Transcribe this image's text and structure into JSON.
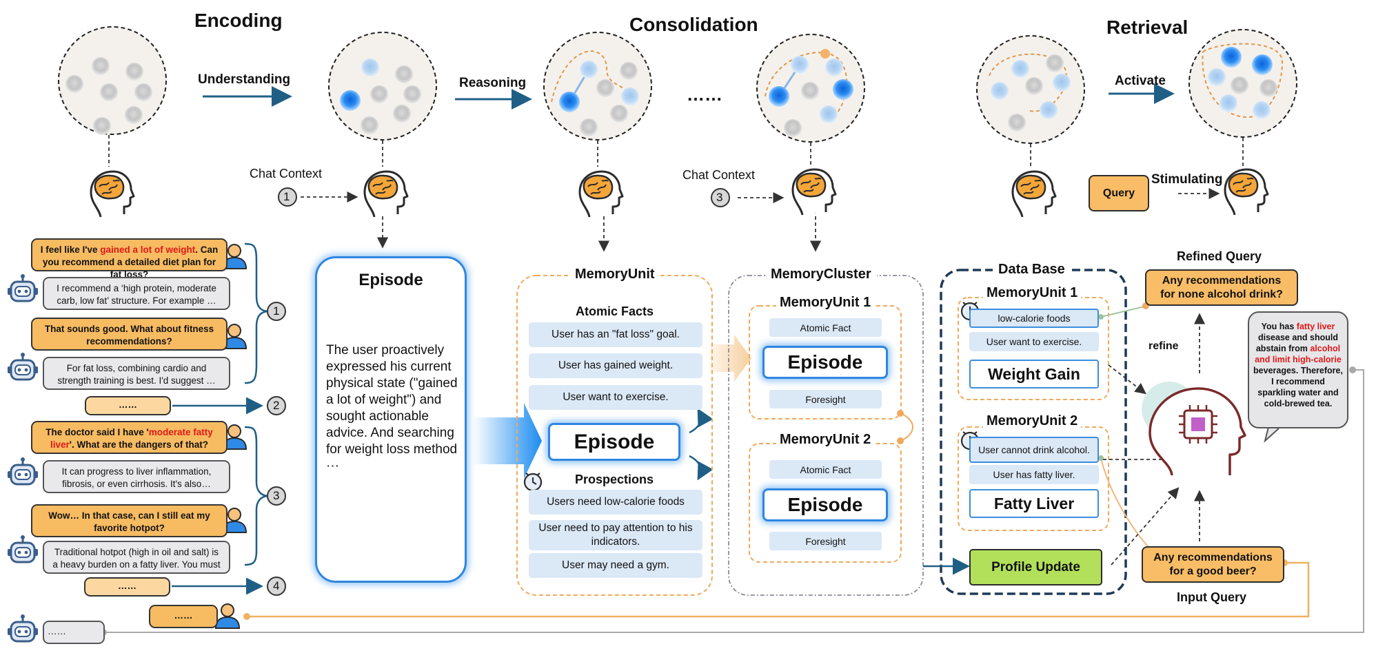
{
  "stages": {
    "encoding": "Encoding",
    "consolidation": "Consolidation",
    "retrieval": "Retrieval"
  },
  "arrows": {
    "understanding": "Understanding",
    "reasoning": "Reasoning",
    "ellipsis": "……",
    "activate": "Activate",
    "stimulating": "Stimulating",
    "refine": "refine"
  },
  "chat_context_1": {
    "label": "Chat Context",
    "num": "1"
  },
  "chat_context_3": {
    "label": "Chat Context",
    "num": "3"
  },
  "query_box": "Query",
  "chat": {
    "m1_pre": "I feel like I've ",
    "m1_hl": "gained a lot of weight",
    "m1_post": ". Can you recommend a detailed diet plan for fat loss?",
    "m2": "I recommend a ‘high protein, moderate carb, low fat’ structure. For example …",
    "m3": "That sounds good. What about fitness recommendations?",
    "m4": "For fat loss, combining cardio and strength training is best. I'd suggest …",
    "dots": "……",
    "m5_pre": "The doctor said I have '",
    "m5_hl": "moderate fatty liver",
    "m5_post": "'. What are the dangers of that?",
    "m6": "It can progress to liver inflammation, fibrosis, or even cirrhosis. It's also…",
    "m7": "Wow… In that case, can I still eat my favorite hotpot?",
    "m8": "Traditional hotpot (high in oil and salt) is a heavy burden on a fatty liver. You must …",
    "dots2": "……",
    "dots3": "……",
    "dots4": "……",
    "groups": [
      "1",
      "2",
      "3",
      "4"
    ]
  },
  "episode_panel": {
    "title": "Episode",
    "text": "The user proactively expressed his current physical state (\"gained a lot of weight\") and sought actionable advice. And searching for weight loss method ···"
  },
  "memory_unit": {
    "title": "MemoryUnit",
    "atomic_title": "Atomic Facts",
    "facts": [
      "User has an \"fat loss\" goal.",
      "User has gained weight.",
      "User want to exercise."
    ],
    "episode": "Episode",
    "prospections_title": "Prospections",
    "prospections": [
      "Users need low-calorie foods",
      "User need to pay attention to his indicators.",
      "User may need a gym."
    ]
  },
  "memory_cluster": {
    "title": "MemoryCluster",
    "unit1": {
      "title": "MemoryUnit 1",
      "atomic": "Atomic Fact",
      "episode": "Episode",
      "foresight": "Foresight"
    },
    "unit2": {
      "title": "MemoryUnit 2",
      "atomic": "Atomic Fact",
      "episode": "Episode",
      "foresight": "Foresight"
    }
  },
  "database": {
    "title": "Data Base",
    "unit1": {
      "title": "MemoryUnit 1",
      "fact1": "low-calorie foods",
      "fact2": "User want to exercise.",
      "tag": "Weight Gain"
    },
    "unit2": {
      "title": "MemoryUnit 2",
      "fact1": "User cannot drink alcohol.",
      "fact2": "User has fatty liver.",
      "tag": "Fatty Liver"
    },
    "profile_update": "Profile Update"
  },
  "refined": {
    "title": "Refined Query",
    "text": "Any recommendations for none alcohol drink?"
  },
  "input_query": {
    "title": "Input Query",
    "text": "Any recommendations for a good beer?"
  },
  "answer": {
    "p1": "You has ",
    "hl1": "fatty liver",
    "p2": " disease and should abstain from ",
    "hl2": "alcohol and limit high-calorie",
    "p3": " beverages. Therefore, I recommend sparkling water and cold-brewed tea."
  },
  "colors": {
    "user_bubble": "#f7bb62",
    "bot_bubble": "#e9e9ec",
    "fact": "#dbe8f6",
    "episode_glow": "#2f86e0",
    "highlight": "#e01818",
    "profile": "#b3e05a",
    "arrow_teal": "#1f5f86"
  }
}
